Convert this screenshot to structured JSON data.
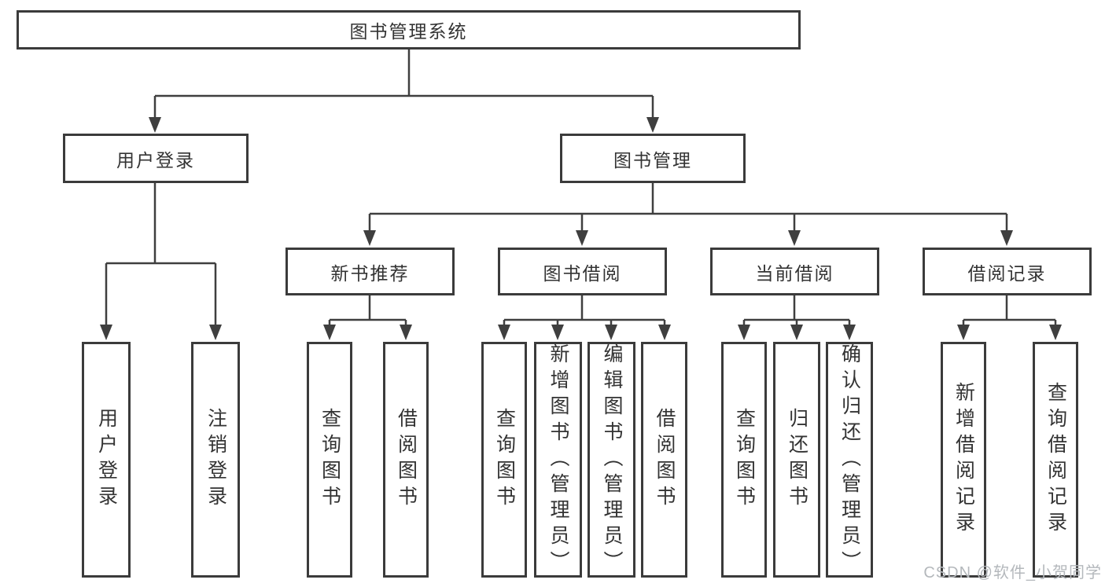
{
  "colors": {
    "line": "#3f3f3f",
    "box_border": "#3b3b3b",
    "text": "#333333",
    "background": "#ffffff",
    "watermark": "#b4b8bc"
  },
  "tree": {
    "root": {
      "label": "图书管理系统"
    },
    "branches": [
      {
        "label": "用户登录",
        "children": [
          {
            "label": "用户登录"
          },
          {
            "label": "注销登录"
          }
        ]
      },
      {
        "label": "图书管理",
        "children": [
          {
            "label": "新书推荐",
            "children": [
              {
                "label": "查询图书"
              },
              {
                "label": "借阅图书"
              }
            ]
          },
          {
            "label": "图书借阅",
            "children": [
              {
                "label": "查询图书"
              },
              {
                "label": "新增图书（管理员）"
              },
              {
                "label": "编辑图书（管理员）"
              },
              {
                "label": "借阅图书"
              }
            ]
          },
          {
            "label": "当前借阅",
            "children": [
              {
                "label": "查询图书"
              },
              {
                "label": "归还图书"
              },
              {
                "label": "确认归还（管理员）"
              }
            ]
          },
          {
            "label": "借阅记录",
            "children": [
              {
                "label": "新增借阅记录"
              },
              {
                "label": "查询借阅记录"
              }
            ]
          }
        ]
      }
    ]
  },
  "watermark": {
    "text": "CSDN @软件_小贺同学"
  }
}
